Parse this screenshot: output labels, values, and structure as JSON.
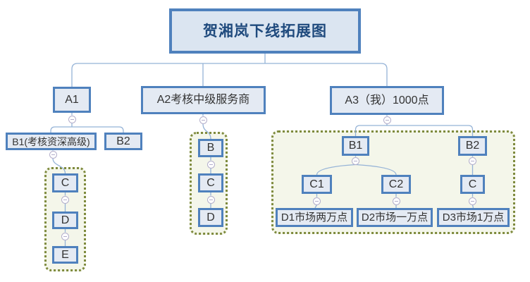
{
  "diagram": {
    "title": "贺湘岚下线拓展图",
    "nodes": {
      "a1": "A1",
      "a2": "A2考核中级服务商",
      "a3": "A3（我）1000点",
      "a1_b1": "B1(考核资深高级)",
      "a1_b2": "B2",
      "a1_c": "C",
      "a1_d": "D",
      "a1_e": "E",
      "a2_b": "B",
      "a2_c": "C",
      "a2_d": "D",
      "a3_b1": "B1",
      "a3_b2": "B2",
      "a3_c1": "C1",
      "a3_c2": "C2",
      "a3_c": "C",
      "a3_d1": "D1市场两万点",
      "a3_d2": "D2市场一万点",
      "a3_d3": "D3市场1万点"
    },
    "icons": {
      "collapse_toggle": "minus-circle"
    },
    "colors": {
      "node_border": "#4f81bd",
      "node_fill": "#e4eaf3",
      "title_fill": "#dbe5f1",
      "title_text": "#1f4a7d",
      "node_text": "#333333",
      "connector": "#95b3d7",
      "group_border": "#7e8a3d",
      "group_fill": "#f4f6ea",
      "toggle": "#b3aecb",
      "background": "#ffffff"
    }
  }
}
